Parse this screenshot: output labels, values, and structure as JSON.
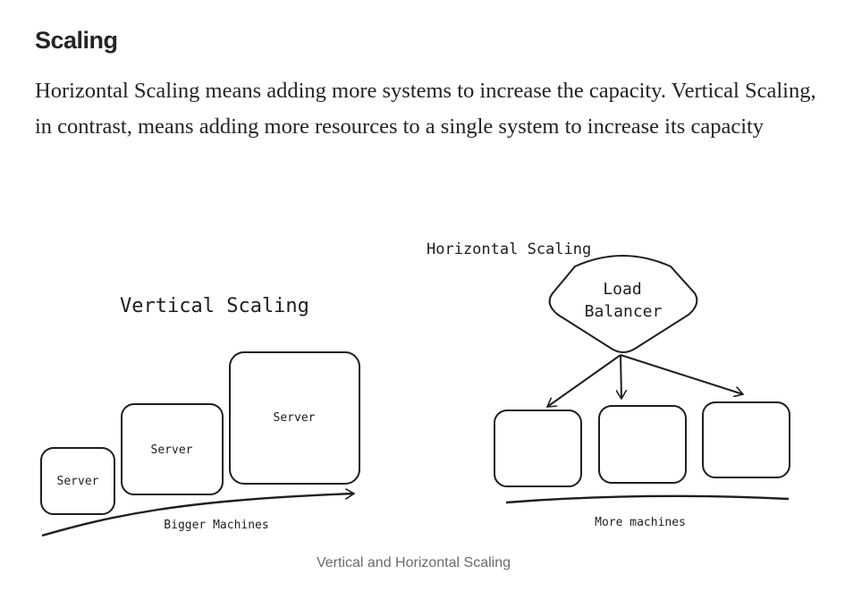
{
  "article": {
    "heading": "Scaling",
    "paragraph": "Horizontal Scaling means adding more systems to increase the capacity. Vertical Scaling, in contrast, means adding more resources to a single system to increase its capacity"
  },
  "figure": {
    "vertical": {
      "title": "Vertical Scaling",
      "servers": [
        "Server",
        "Server",
        "Server"
      ],
      "arrow_label": "Bigger Machines"
    },
    "horizontal": {
      "title": "Horizontal Scaling",
      "load_balancer_line1": "Load",
      "load_balancer_line2": "Balancer",
      "baseline_label": "More machines"
    },
    "caption": "Vertical and Horizontal Scaling"
  }
}
